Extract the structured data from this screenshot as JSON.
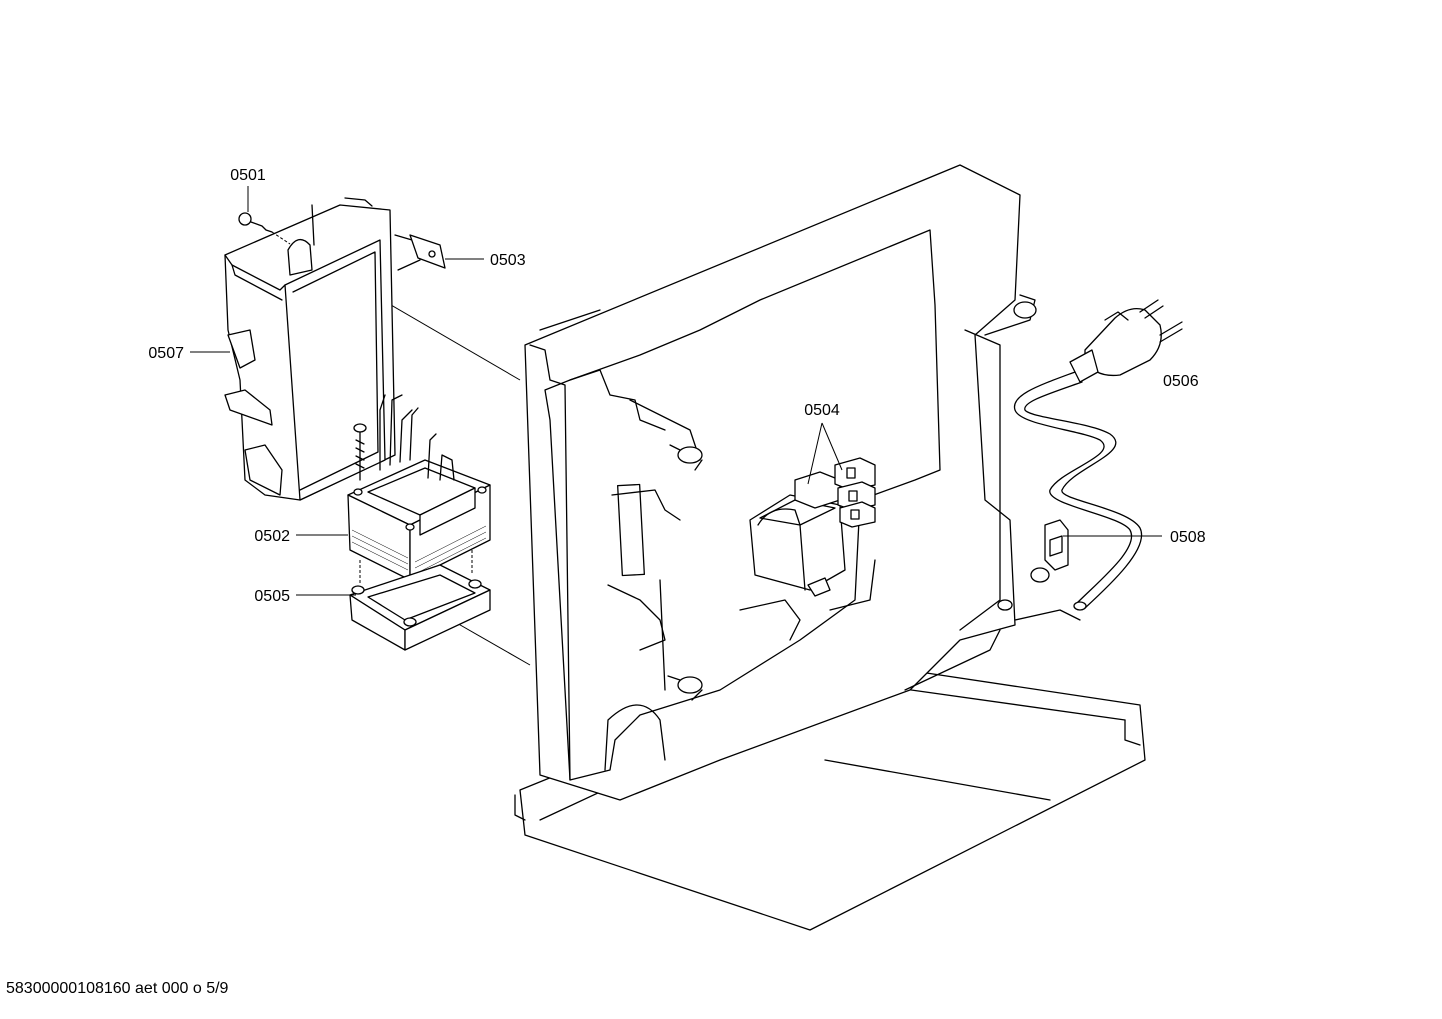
{
  "diagram": {
    "parts": [
      {
        "id": "0501"
      },
      {
        "id": "0502"
      },
      {
        "id": "0503"
      },
      {
        "id": "0504"
      },
      {
        "id": "0505"
      },
      {
        "id": "0506"
      },
      {
        "id": "0507"
      },
      {
        "id": "0508"
      }
    ]
  },
  "footer": {
    "document_code": "58300000108160 aet 000 o 5/9"
  }
}
